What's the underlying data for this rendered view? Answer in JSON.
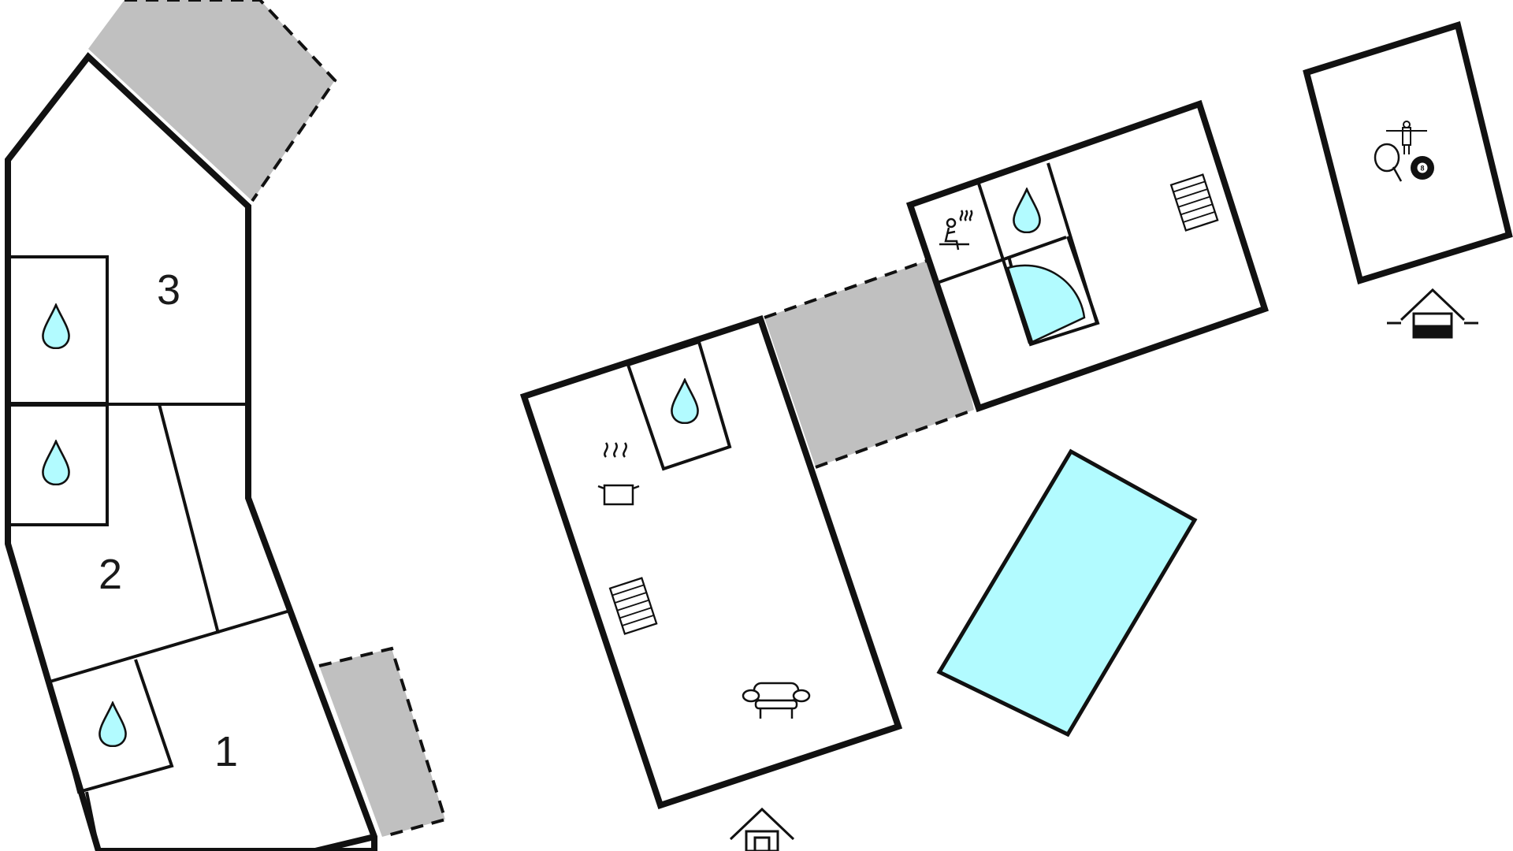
{
  "colors": {
    "wall": "#111111",
    "water": "#b2fbff",
    "terrace": "#c0c0c0",
    "background": "#ffffff"
  },
  "room_labels": {
    "room_1": "1",
    "room_2": "2",
    "room_3": "3"
  },
  "icons": {
    "bathroom": "water-drop-icon",
    "sauna": "sauna-icon",
    "shower": "shower-quarter-circle-icon",
    "kitchen": "cooking-pot-icon",
    "stairs": "stairs-icon",
    "living_room": "sofa-icon",
    "activities": [
      "table-tennis-icon",
      "billiard-ball-icon",
      "table-football-icon"
    ],
    "entrance": "house-entrance-icon"
  }
}
